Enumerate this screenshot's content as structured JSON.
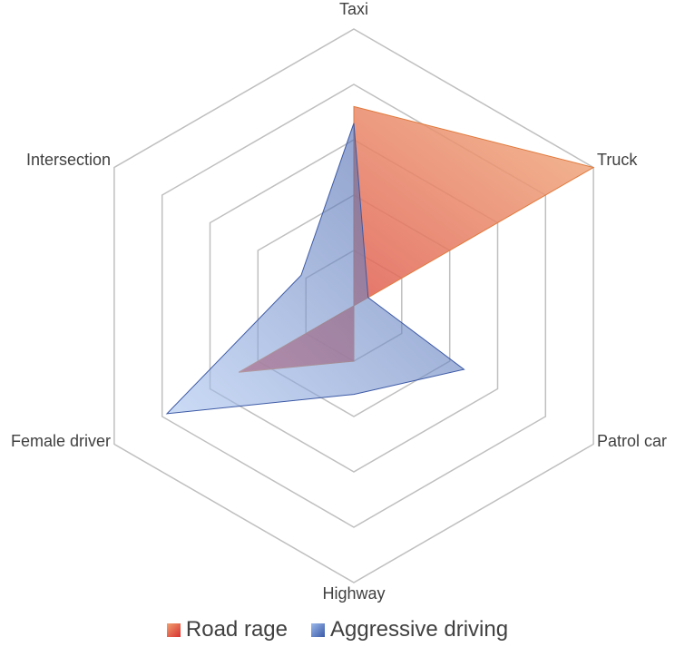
{
  "chart_data": {
    "type": "radar",
    "axes": [
      "Taxi",
      "Truck",
      "Patrol car",
      "Highway",
      "Female driver",
      "Intersection"
    ],
    "rmax": 5,
    "rings": 5,
    "grid": true,
    "legend_position": "bottom",
    "series": [
      {
        "name": "Road rage",
        "values": [
          3.6,
          5.0,
          0.0,
          1.0,
          2.4,
          0.0
        ],
        "color": "#e8834a",
        "color_dark": "#d83030"
      },
      {
        "name": "Aggressive driving",
        "values": [
          3.3,
          0.3,
          2.3,
          1.6,
          3.9,
          1.1
        ],
        "color": "#4a6ab8",
        "color_light": "#9bb8ea"
      }
    ]
  }
}
